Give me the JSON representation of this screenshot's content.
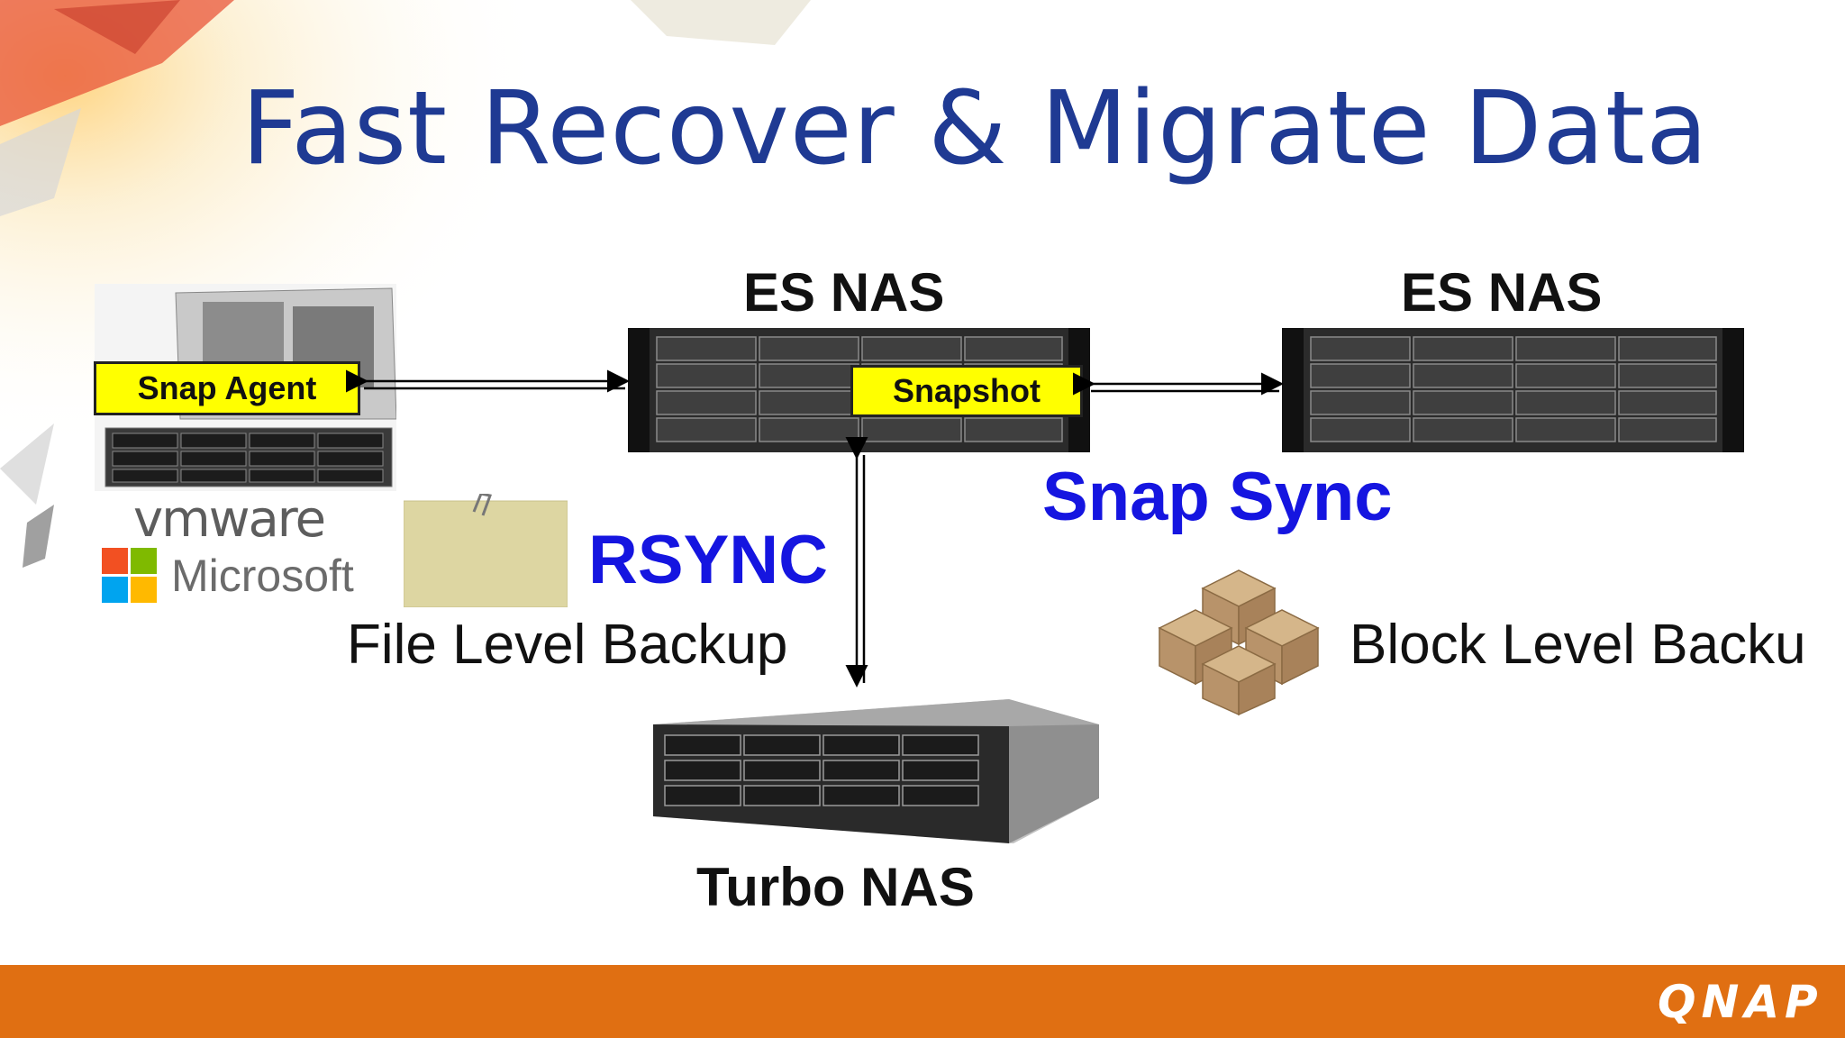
{
  "title": "Fast Recover & Migrate Data",
  "devices": {
    "es_nas_primary": "ES NAS",
    "es_nas_secondary": "ES NAS",
    "turbo_nas": "Turbo NAS"
  },
  "tags": {
    "snap_agent": "Snap Agent",
    "snapshot": "Snapshot"
  },
  "protocols": {
    "rsync": "RSYNC",
    "snap_sync": "Snap Sync"
  },
  "backup_types": {
    "file_level": "File Level Backup",
    "block_level": "Block Level Backu"
  },
  "vendors": {
    "vmware": "vmware",
    "microsoft": "Microsoft"
  },
  "brand": {
    "logo": "QNAP",
    "footer_color": "#e06f12",
    "title_color": "#1f3a93",
    "protocol_color": "#1515e0",
    "tag_color": "#ffff00"
  }
}
